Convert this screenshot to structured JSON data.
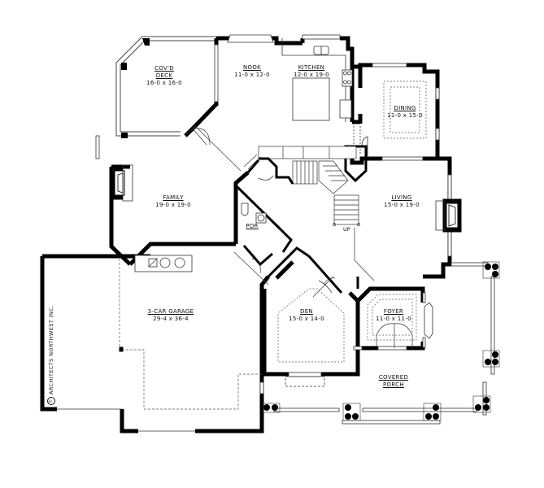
{
  "plan": {
    "rooms": {
      "deck": {
        "name": "COV'D DECK",
        "name_line1": "COV'D",
        "name_line2": "DECK",
        "dims": "16-0 x 16-0"
      },
      "nook": {
        "name": "NOOK",
        "dims": "11-0 x 12-0"
      },
      "kitchen": {
        "name": "KITCHEN",
        "dims": "12-0 x 19-0"
      },
      "dining": {
        "name": "DINING",
        "dims": "11-0 x 15-0"
      },
      "family": {
        "name": "FAMILY",
        "dims": "19-0 x 19-0"
      },
      "living": {
        "name": "LIVING",
        "dims": "15-0 x 19-0"
      },
      "pdr": {
        "name": "PDR"
      },
      "garage": {
        "name": "3-CAR GARAGE",
        "dims": "29-4 x 36-4"
      },
      "den": {
        "name": "DEN",
        "dims": "15-0 x 14-0"
      },
      "foyer": {
        "name": "FOYER",
        "dims": "11-0 x 11-0"
      },
      "porch": {
        "name": "COVERED PORCH",
        "name_line1": "COVERED",
        "name_line2": "PORCH"
      }
    },
    "annotations": {
      "stairs_up": "UP"
    },
    "credit": {
      "symbol": "©",
      "text": "ARCHITECTS NORTHWEST INC."
    },
    "colors": {
      "wall": "#000000",
      "line": "#333333",
      "background": "#ffffff",
      "dashed": "#555555"
    }
  }
}
